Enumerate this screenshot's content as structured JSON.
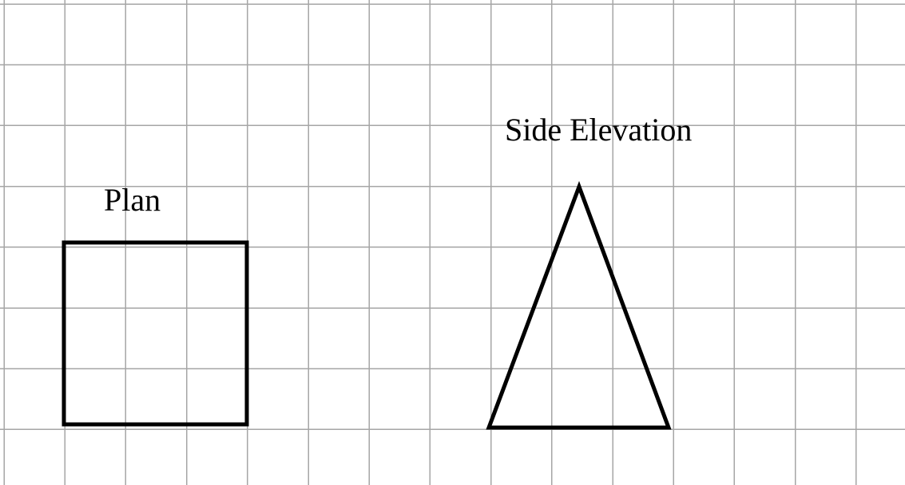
{
  "labels": {
    "plan": "Plan",
    "side_elevation": "Side Elevation"
  },
  "shapes": {
    "plan": "square",
    "side_elevation": "isosceles-triangle"
  },
  "colors": {
    "grid": "#a6a6a6",
    "outline": "#000000",
    "background": "#ffffff"
  }
}
